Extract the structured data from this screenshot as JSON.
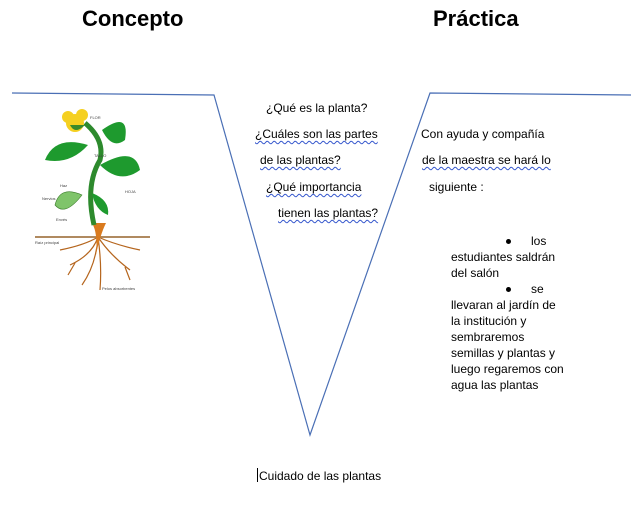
{
  "headings": {
    "left": "Concepto",
    "right": "Práctica"
  },
  "questions": {
    "q1": "¿Qué es la planta?",
    "q2_line1": "¿Cuáles son las partes",
    "q2_line2": "de las plantas?",
    "q3_line1": "¿Qué importancia",
    "q3_line2": "tienen las plantas?"
  },
  "practice": {
    "intro_line1": "Con ayuda y compañía",
    "intro_line2": "de la maestra se hará lo",
    "intro_line3": "siguiente :",
    "bullets": [
      {
        "head": "los",
        "rest": "estudiantes saldrán del salón"
      },
      {
        "head": "se",
        "rest": "llevaran al jardín de la institución y sembraremos semillas y plantas y luego regaremos con agua las plantas"
      }
    ]
  },
  "footer": {
    "title": "Cuidado de las plantas"
  },
  "plant_labels": {
    "flor": "FLOR",
    "tallo": "TALLO",
    "hoja": "HOJA",
    "haz": "Haz",
    "nervios": "Nervios",
    "envés": "Envés",
    "raiz_principal": "Raíz principal",
    "pelos": "Pelos absorbentes"
  },
  "colors": {
    "line": "#4a6fb5",
    "leaf": "#1e9a2e",
    "stem": "#2d8a2d",
    "flower": "#f5d020",
    "root": "#d97a1e"
  }
}
